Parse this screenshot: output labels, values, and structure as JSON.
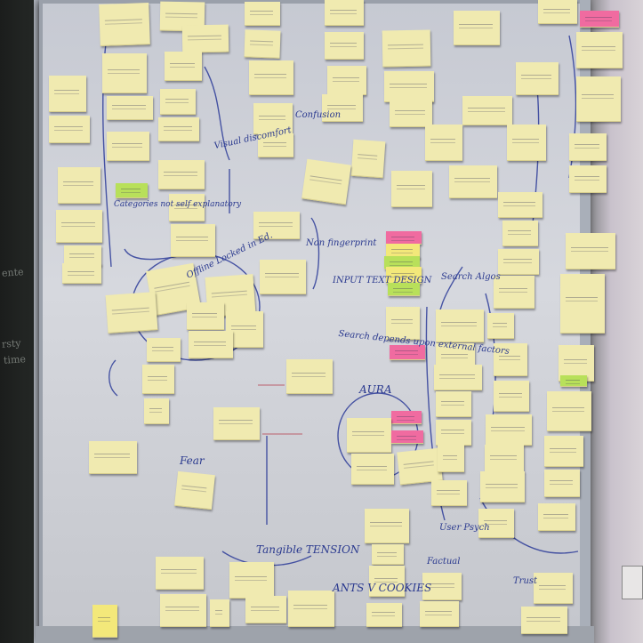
{
  "board": {
    "labels": {
      "visual_discomfort": "Visual discomfort",
      "offline_locked_in": "Offline Locked in Ed.",
      "non_fingerprint": "Non fingerprint",
      "input_text_design": "INPUT TEXT DESIGN",
      "search_depends": "Search depends upon external factors",
      "aura": "AURA",
      "search_algos": "Search Algos",
      "fear": "Fear",
      "tangible_tension": "Tangible TENSION",
      "ants_v_cookies": "ANTS V COOKIES",
      "trust": "Trust",
      "factual": "Factual",
      "user_psych": "User Psych",
      "confusion": "Confusion",
      "categories_self_explanatory": "Categories not self explanatory"
    }
  }
}
